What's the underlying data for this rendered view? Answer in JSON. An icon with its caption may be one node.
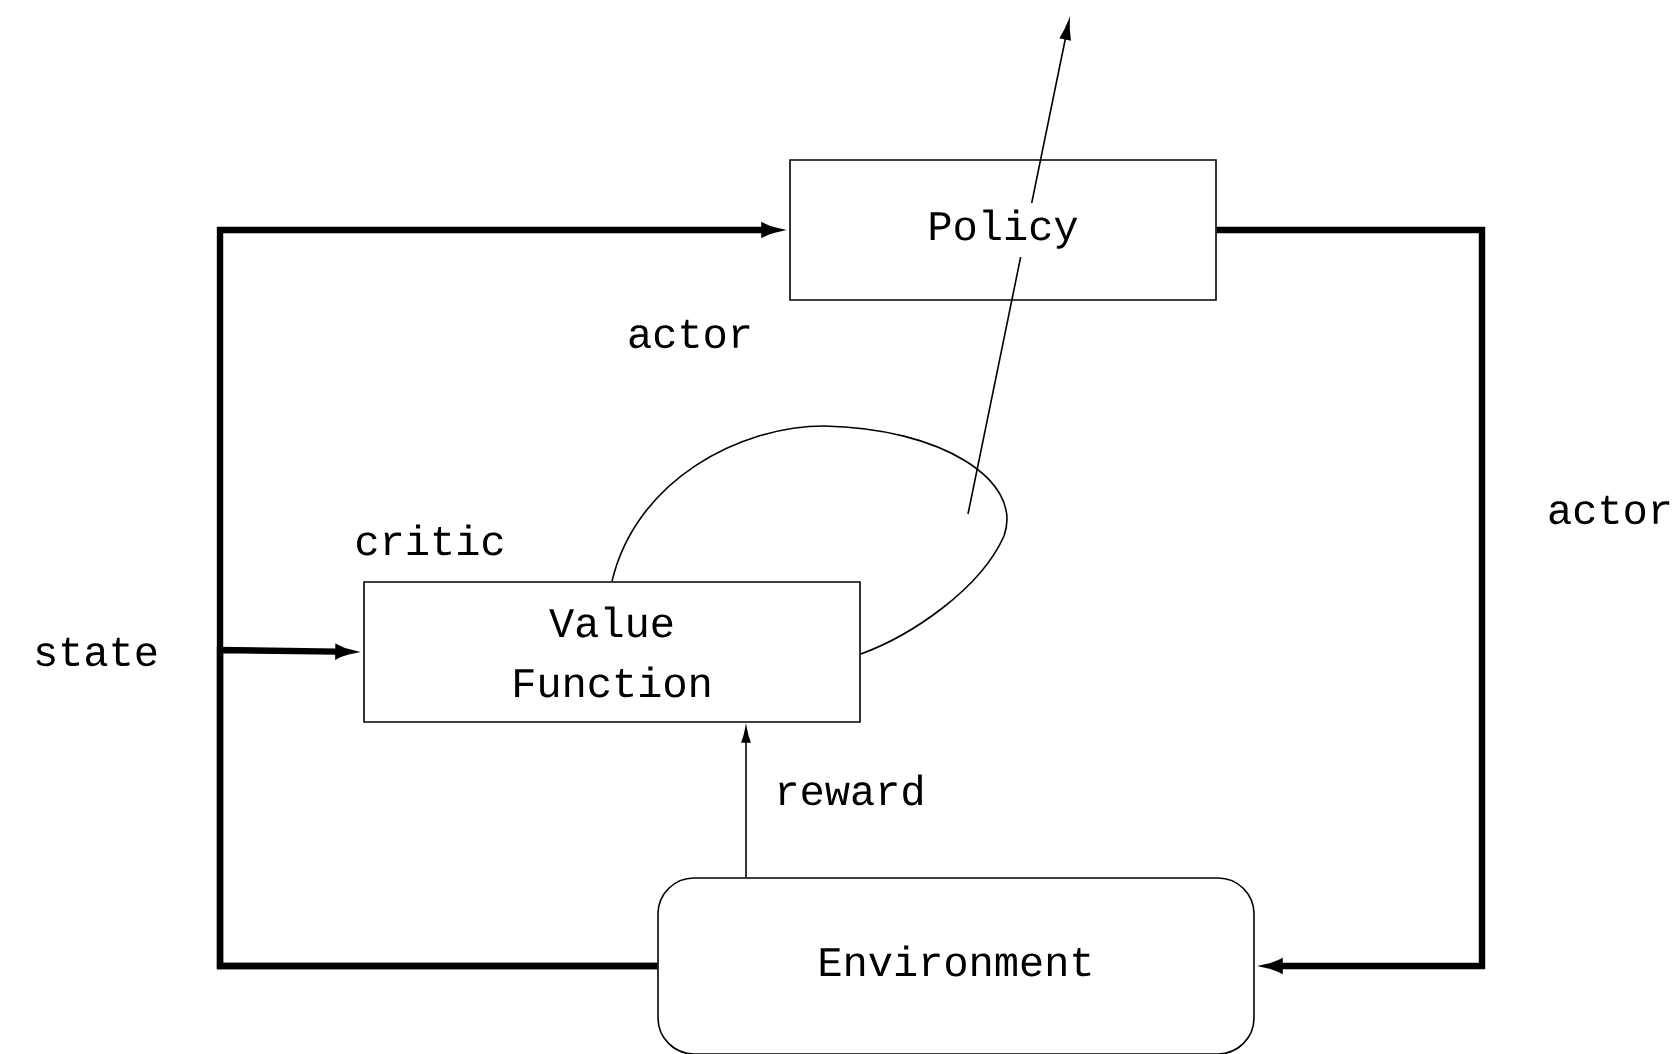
{
  "diagram": {
    "nodes": [
      {
        "text": [
          "Policy"
        ],
        "beside": [
          "actor"
        ]
      },
      {
        "text": [
          "Value Function"
        ],
        "beside": [
          "critic"
        ]
      },
      {
        "text": [
          "Environment"
        ]
      }
    ],
    "edges": [
      {
        "from": 2,
        "to": 0,
        "arrow": "to"
      },
      {
        "from": 2,
        "to": 1,
        "arrow": "to",
        "label": "state"
      },
      {
        "from": 0,
        "to": 2,
        "arrow": "to",
        "label": "actor"
      },
      {
        "from": 2,
        "to": 1,
        "arrow": "to",
        "label": "reward"
      },
      {
        "from": 1,
        "to": 1,
        "arrow": "none"
      }
    ]
  }
}
